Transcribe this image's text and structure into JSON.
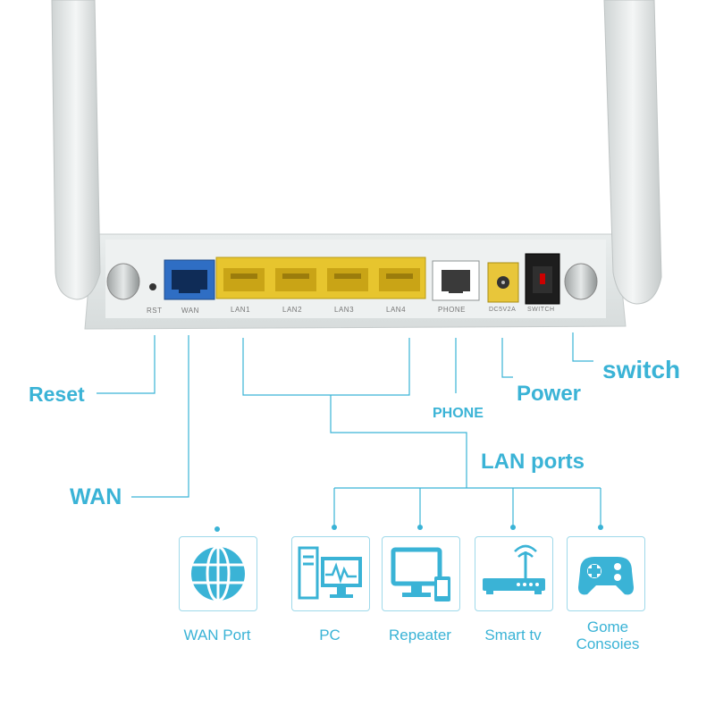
{
  "router": {
    "port_labels": {
      "rst": "RST",
      "wan": "WAN",
      "lan1": "LAN1",
      "lan2": "LAN2",
      "lan3": "LAN3",
      "lan4": "LAN4",
      "phone": "PHONE",
      "dc": "DC5V2A",
      "switch": "SWITCH"
    }
  },
  "callouts": {
    "reset": "Reset",
    "wan": "WAN",
    "phone": "PHONE",
    "power": "Power",
    "switch": "switch",
    "lan_ports": "LAN ports"
  },
  "devices": [
    {
      "label": "WAN Port",
      "icon": "globe-icon"
    },
    {
      "label": "PC",
      "icon": "pc-icon"
    },
    {
      "label": "Repeater",
      "icon": "monitor-phone-icon"
    },
    {
      "label": "Smart tv",
      "icon": "router-icon"
    },
    {
      "label_line1": "Gome",
      "label_line2": "Consoies",
      "icon": "gamepad-icon"
    }
  ],
  "colors": {
    "accent": "#3ab3d6",
    "lan_port": "#e7c52e",
    "wan_port": "#2f6ec4",
    "dc_jack": "#e8c63a"
  }
}
